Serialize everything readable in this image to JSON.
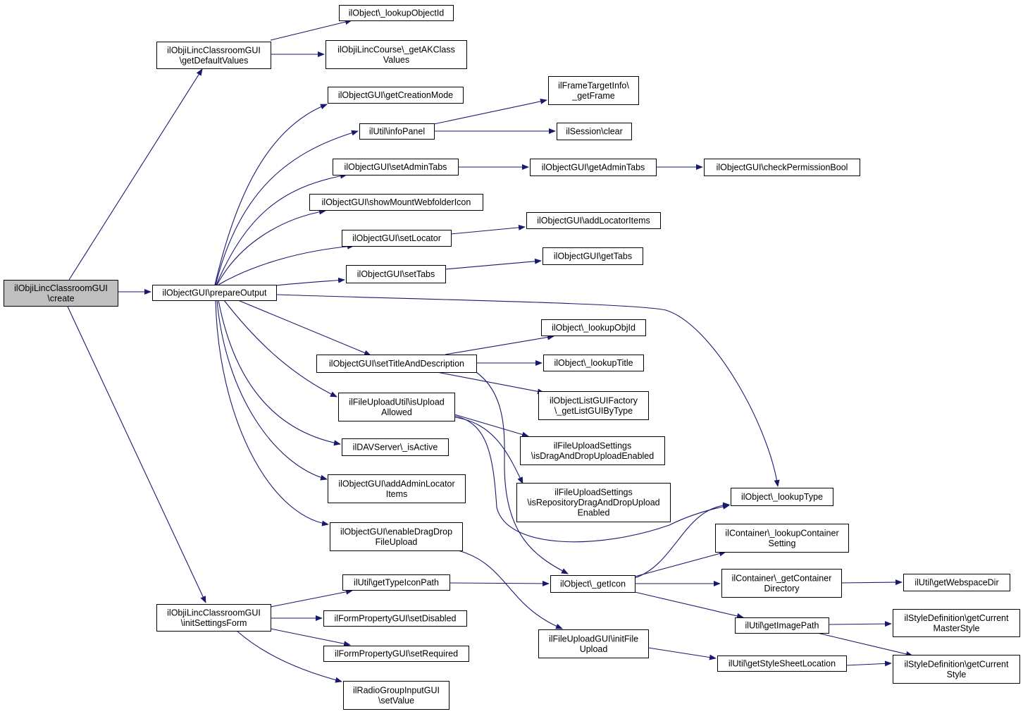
{
  "colors": {
    "edge": "#191970",
    "root_fill": "#bfbfbf",
    "node_fill": "#ffffff",
    "node_border": "#000000"
  },
  "nodes": {
    "create": {
      "lines": [
        "ilObjiLincClassroomGUI",
        "\\create"
      ]
    },
    "getDefaultValues": {
      "lines": [
        "ilObjiLincClassroomGUI",
        "\\getDefaultValues"
      ]
    },
    "prepareOutput": {
      "lines": [
        "ilObjectGUI\\prepareOutput"
      ]
    },
    "initSettingsForm": {
      "lines": [
        "ilObjiLincClassroomGUI",
        "\\initSettingsForm"
      ]
    },
    "lookupObjectId": {
      "lines": [
        "ilObject\\_lookupObjectId"
      ]
    },
    "getAKClassValues": {
      "lines": [
        "ilObjiLincCourse\\_getAKClass",
        "Values"
      ]
    },
    "getCreationMode": {
      "lines": [
        "ilObjectGUI\\getCreationMode"
      ]
    },
    "infoPanel": {
      "lines": [
        "ilUtil\\infoPanel"
      ]
    },
    "setAdminTabs": {
      "lines": [
        "ilObjectGUI\\setAdminTabs"
      ]
    },
    "showMountWebfolderIcon": {
      "lines": [
        "ilObjectGUI\\showMountWebfolderIcon"
      ]
    },
    "setLocator": {
      "lines": [
        "ilObjectGUI\\setLocator"
      ]
    },
    "setTabs": {
      "lines": [
        "ilObjectGUI\\setTabs"
      ]
    },
    "setTitleAndDescription": {
      "lines": [
        "ilObjectGUI\\setTitleAndDescription"
      ]
    },
    "isUploadAllowed": {
      "lines": [
        "ilFileUploadUtil\\isUpload",
        "Allowed"
      ]
    },
    "davIsActive": {
      "lines": [
        "ilDAVServer\\_isActive"
      ]
    },
    "addAdminLocatorItems": {
      "lines": [
        "ilObjectGUI\\addAdminLocator",
        "Items"
      ]
    },
    "enableDragDropFileUpload": {
      "lines": [
        "ilObjectGUI\\enableDragDrop",
        "FileUpload"
      ]
    },
    "getTypeIconPath": {
      "lines": [
        "ilUtil\\getTypeIconPath"
      ]
    },
    "setDisabled": {
      "lines": [
        "ilFormPropertyGUI\\setDisabled"
      ]
    },
    "setRequired": {
      "lines": [
        "ilFormPropertyGUI\\setRequired"
      ]
    },
    "setValue": {
      "lines": [
        "ilRadioGroupInputGUI",
        "\\setValue"
      ]
    },
    "getFrame": {
      "lines": [
        "ilFrameTargetInfo\\",
        "_getFrame"
      ]
    },
    "sessionClear": {
      "lines": [
        "ilSession\\clear"
      ]
    },
    "getAdminTabs": {
      "lines": [
        "ilObjectGUI\\getAdminTabs"
      ]
    },
    "checkPermissionBool": {
      "lines": [
        "ilObjectGUI\\checkPermissionBool"
      ]
    },
    "addLocatorItems": {
      "lines": [
        "ilObjectGUI\\addLocatorItems"
      ]
    },
    "getTabs": {
      "lines": [
        "ilObjectGUI\\getTabs"
      ]
    },
    "lookupObjId": {
      "lines": [
        "ilObject\\_lookupObjId"
      ]
    },
    "lookupTitle": {
      "lines": [
        "ilObject\\_lookupTitle"
      ]
    },
    "getListGUIByType": {
      "lines": [
        "ilObjectListGUIFactory",
        "\\_getListGUIByType"
      ]
    },
    "isDragAndDropUploadEnabled": {
      "lines": [
        "ilFileUploadSettings",
        "\\isDragAndDropUploadEnabled"
      ]
    },
    "isRepositoryDragAndDropUploadEnabled": {
      "lines": [
        "ilFileUploadSettings",
        "\\isRepositoryDragAndDropUpload",
        "Enabled"
      ]
    },
    "lookupType": {
      "lines": [
        "ilObject\\_lookupType"
      ]
    },
    "lookupContainerSetting": {
      "lines": [
        "ilContainer\\_lookupContainer",
        "Setting"
      ]
    },
    "getIcon": {
      "lines": [
        "ilObject\\_getIcon"
      ]
    },
    "getContainerDirectory": {
      "lines": [
        "ilContainer\\_getContainer",
        "Directory"
      ]
    },
    "getWebspaceDir": {
      "lines": [
        "ilUtil\\getWebspaceDir"
      ]
    },
    "getImagePath": {
      "lines": [
        "ilUtil\\getImagePath"
      ]
    },
    "getCurrentMasterStyle": {
      "lines": [
        "ilStyleDefinition\\getCurrent",
        "MasterStyle"
      ]
    },
    "initFileUpload": {
      "lines": [
        "ilFileUploadGUI\\initFile",
        "Upload"
      ]
    },
    "getStyleSheetLocation": {
      "lines": [
        "ilUtil\\getStyleSheetLocation"
      ]
    },
    "getCurrentStyle": {
      "lines": [
        "ilStyleDefinition\\getCurrent",
        "Style"
      ]
    }
  }
}
